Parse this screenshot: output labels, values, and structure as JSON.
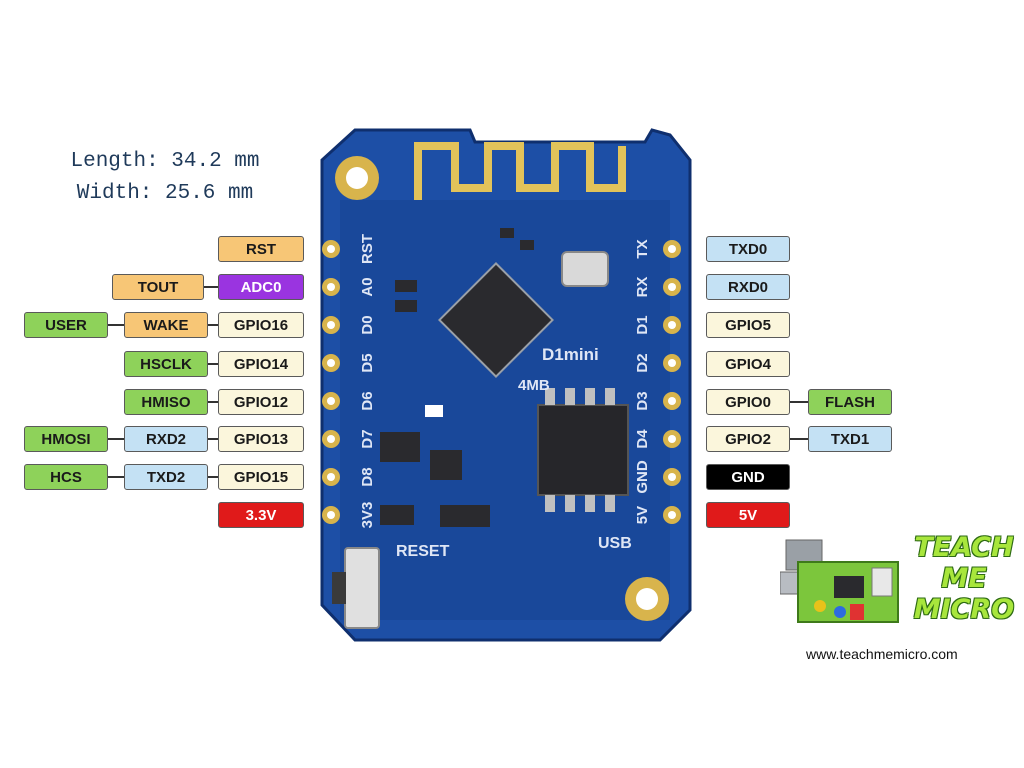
{
  "dimensions": {
    "length": "Length: 34.2 mm",
    "width": "Width: 25.6 mm"
  },
  "board": {
    "left_pins": [
      "RST",
      "A0",
      "D0",
      "D5",
      "D6",
      "D7",
      "D8",
      "3V3"
    ],
    "right_pins": [
      "TX",
      "RX",
      "D1",
      "D2",
      "D3",
      "D4",
      "GND",
      "5V"
    ],
    "model_label": "D1mini",
    "flash_label": "4MB",
    "reset_label": "RESET",
    "usb_label": "USB"
  },
  "left_labels": {
    "rst": "RST",
    "tout": "TOUT",
    "adc0": "ADC0",
    "user": "USER",
    "wake": "WAKE",
    "gpio16": "GPIO16",
    "hsclk": "HSCLK",
    "gpio14": "GPIO14",
    "hmiso": "HMISO",
    "gpio12": "GPIO12",
    "hmosi": "HMOSI",
    "rxd2": "RXD2",
    "gpio13": "GPIO13",
    "hcs": "HCS",
    "txd2": "TXD2",
    "gpio15": "GPIO15",
    "v33": "3.3V"
  },
  "right_labels": {
    "txd0": "TXD0",
    "rxd0": "RXD0",
    "gpio5": "GPIO5",
    "gpio4": "GPIO4",
    "gpio0": "GPIO0",
    "flash": "FLASH",
    "gpio2": "GPIO2",
    "txd1": "TXD1",
    "gnd": "GND",
    "v5": "5V"
  },
  "branding": {
    "logo_line1": "TEACH",
    "logo_line2": "ME",
    "logo_line3": "MICRO",
    "url": "www.teachmemicro.com"
  },
  "colors": {
    "board": "#1d4fa6",
    "power": "#e01a1a",
    "ground": "#000000",
    "gpio": "#fbf6dc",
    "serial": "#c4e1f4",
    "special": "#8ed25a",
    "misc": "#f7c676",
    "analog": "#9a34e0"
  }
}
